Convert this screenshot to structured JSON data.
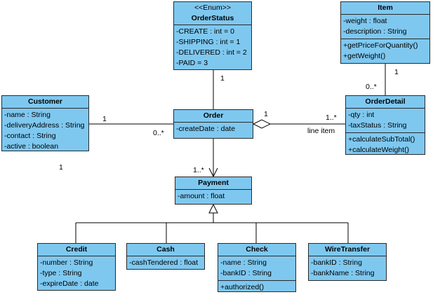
{
  "classes": {
    "orderstatus": {
      "stereotype": "<<Enum>>",
      "name": "OrderStatus",
      "attributes": [
        "-CREATE : int = 0",
        "-SHIPPING : int = 1",
        "-DELIVERED : int = 2",
        "-PAID = 3"
      ],
      "operations": []
    },
    "item": {
      "name": "Item",
      "attributes": [
        "-weight : float",
        "-description : String"
      ],
      "operations": [
        "+getPriceForQuantity()",
        "+getWeight()"
      ]
    },
    "customer": {
      "name": "Customer",
      "attributes": [
        "-name : String",
        "-deliveryAddress : String",
        "-contact : String",
        "-active : boolean"
      ],
      "operations": []
    },
    "order": {
      "name": "Order",
      "attributes": [
        "-createDate : date"
      ],
      "operations": []
    },
    "orderdetail": {
      "name": "OrderDetail",
      "attributes": [
        "-qty : int",
        "-taxStatus : String"
      ],
      "operations": [
        "+calculateSubTotal()",
        "+calculateWeight()"
      ]
    },
    "payment": {
      "name": "Payment",
      "attributes": [
        "-amount : float"
      ],
      "operations": []
    },
    "credit": {
      "name": "Credit",
      "attributes": [
        "-number : String",
        "-type : String",
        "-expireDate : date"
      ],
      "operations": []
    },
    "cash": {
      "name": "Cash",
      "attributes": [
        "-cashTendered : float"
      ],
      "operations": []
    },
    "check": {
      "name": "Check",
      "attributes": [
        "-name : String",
        "-bankID : String"
      ],
      "operations": [
        "+authorized()"
      ]
    },
    "wiretransfer": {
      "name": "WireTransfer",
      "attributes": [
        "-bankID : String",
        "-bankName : String"
      ],
      "operations": []
    }
  },
  "labels": {
    "order_status_mult": "1",
    "customer_mult": "1",
    "customer_order_mult": "0..*",
    "customer_payment_mult": "1",
    "order_detail_order_mult": "1",
    "order_detail_mult": "1..*",
    "line_item": "line item",
    "item_mult": "1",
    "item_detail_mult": "0..*",
    "payment_mult": "1..*"
  },
  "colors": {
    "class_fill": "#7ec8f0",
    "border": "#2a2a2a",
    "line": "#000000"
  }
}
